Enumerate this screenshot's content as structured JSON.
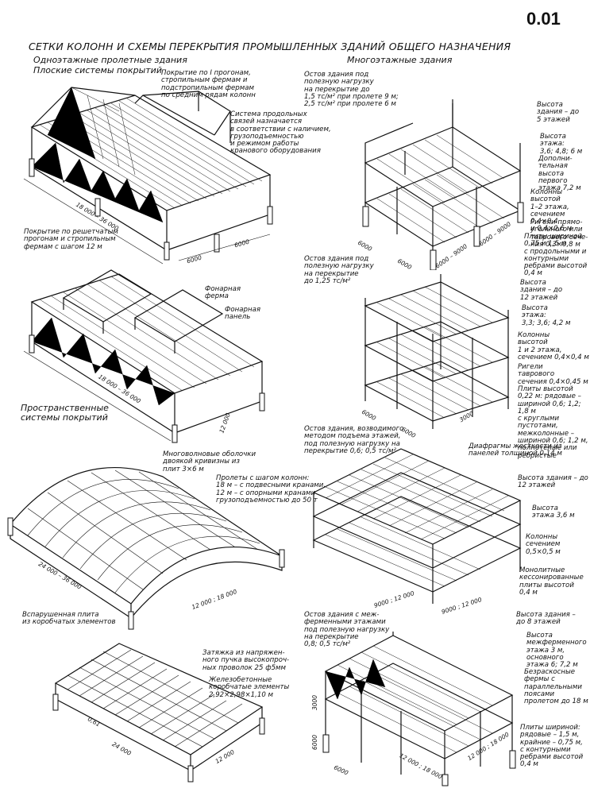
{
  "page_number": "0.01",
  "title": "СЕТКИ КОЛОНН И СХЕМЫ ПЕРЕКРЫТИЯ ПРОМЫШЛЕННЫХ ЗДАНИЙ ОБЩЕГО НАЗНАЧЕНИЯ",
  "left_column": {
    "heading1": "Одноэтажные пролетные здания",
    "heading2": "Плоские системы покрытий",
    "heading3": "Пространственные\nсистемы покрытий",
    "notes": {
      "n1": "Покрытие по I прогонам,\nстропильным фермам и\nподстропильным фермам\nпо средним рядам колонн",
      "n2": "Система продольных\nсвязей назначается\nв соответствии с наличием,\nгрузоподъемностью\nи режимом работы\nкранового оборудования",
      "n3": "Покрытие по решетчатым\nпрогонам и стропильным\nфермам с шагом 12 м",
      "n4": "Фонарная\nферма",
      "n5": "Фонарная\nпанель",
      "n6": "Многоволновые оболочки\nдвоякой кривизны из\nплит 3×6 м",
      "n7": "Пролеты с шагом колонн:\n18 м – с подвесными кранами,\n12 м – с опорными кранами\nгрузоподъемностью до 50 т",
      "n8": "Вспарушенная плита\nиз коробчатых элементов",
      "n9": "Затяжка из напряжен-\nного пучка высокопроч-\nных проволок 25 ф5мм",
      "n10": "Железобетонные\nкоробчатые элементы\n2,92×2,98×1,10 м"
    },
    "dims": {
      "d1": "18 000 – 36 000",
      "d2": "6000",
      "d3": "6000",
      "d4": "18 000 – 36 000",
      "d5": "12 000",
      "d6": "24 000 – 36 000",
      "d7": "12 000 ; 18 000",
      "d8": "24 000",
      "d9": "12 000",
      "d10": "0,61"
    }
  },
  "right_column": {
    "heading": "Многоэтажные здания",
    "notes": {
      "r1": "Остов здания под\nполезную нагрузку\nна перекрытие до\n1,5 тс/м² при пролете 9 м;\n2,5 тс/м² при пролете 6 м",
      "r2": "Высота\nздания – до\n5 этажей",
      "r3": "Высота\nэтажа:\n3,6; 4,8; 6 м",
      "r4": "Дополни-\nтельная\nвысота\nпервого\nэтажа 7,2 м",
      "r5": "Колонны высотой\n1–2 этажа,\nсечением 0,4×0,4\nи 0,4×0,6 м",
      "r6": "Ригели прямо-\nугольного или\nтаврового сече-\nния 0,3×0,8 м",
      "r7": "Плиты шириной\n0,75 и 1,5 м\nс продольными и\nконтурными\nребрами высотой\n0,4 м",
      "r8": "Остов здания под\nполезную нагрузку\nна перекрытие\nдо 1,25 тс/м²",
      "r9": "Высота\nздания – до\n12 этажей",
      "r10": "Высота\nэтажа:\n3,3; 3,6; 4,2 м",
      "r11": "Колонны\nвысотой\n1 и 2 этажа,\nсечением 0,4×0,4 м",
      "r12": "Ригели\nтаврового\nсечения 0,4×0,45 м",
      "r13": "Плиты высотой\n0,22 м: рядовые –\nшириной 0,6; 1,2; 1,8 м\nс круглыми пустотами,\nмежколонные –\nшириной 0,6; 1,2 м,\nполнотелые или\nребристые",
      "r14": "Диафрагмы жесткости из\nпанелей толщиной 0,14 м",
      "r15": "Остов здания, возводимого\nметодом подъема этажей,\nпод полезную нагрузку на\nперекрытие 0,6; 0,5 тс/м²",
      "r16": "Высота здания – до 12 этажей",
      "r17": "Высота\nэтажа 3,6 м",
      "r18": "Колонны\nсечением\n0,5×0,5 м",
      "r19": "Монолитные\nкессонированные\nплиты высотой\n0,4 м",
      "r20": "Остов здания с меж-\nферменными этажами\nпод полезную нагрузку\nна перекрытие\n0,8; 0,5 тс/м²",
      "r21": "Высота здания –\nдо 8 этажей",
      "r22": "Высота\nмежферменного\nэтажа 3 м,\nосновного\nэтажа 6; 7,2 м",
      "r23": "Безраскосные\nфермы с\nпараллельными\nпоясами\nпролетом до 18 м",
      "r24": "Плиты шириной:\nрядовые – 1,5 м,\nкрайние – 0,75 м,\nс контурными\nребрами высотой\n0,4 м"
    },
    "dims": {
      "e1": "6000",
      "e2": "6000",
      "e3": "6000 – 9000",
      "e4": "6000 – 9000",
      "e5": "6000",
      "e6": "6000",
      "e7": "3000",
      "e8": "9000 ; 12 000",
      "e9": "9000 ; 12 000",
      "e10": "6000",
      "e11": "12 000 ; 18 000",
      "e12": "12 000 ; 18 000",
      "e13": "3000",
      "e14": "6000"
    }
  }
}
